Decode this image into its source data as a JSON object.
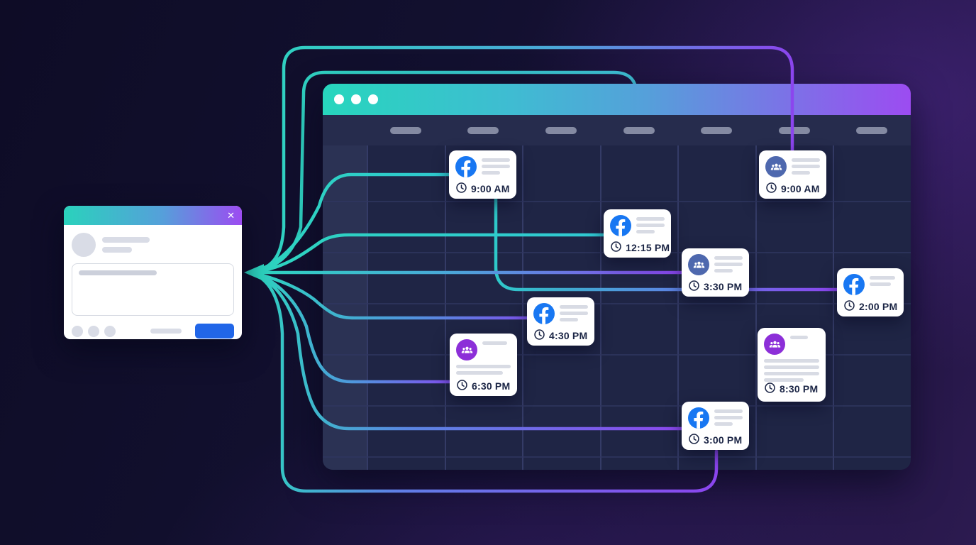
{
  "palette": {
    "accent_teal": "#2dd4bf",
    "accent_blue": "#55a0da",
    "accent_purple": "#8b45ee",
    "facebook_blue": "#1877f2",
    "group_blue": "#4e68ae",
    "group_purple": "#8c2fd8",
    "compose_button_blue": "#2166e8"
  },
  "composer": {
    "close_label": "✕"
  },
  "calendar_window": {
    "window_controls": {
      "dot_count": 3
    },
    "day_header": {
      "day_count": 7
    }
  },
  "posts": [
    {
      "id": "post-1",
      "platform": "facebook",
      "icon": "facebook-icon",
      "time": "9:00 AM"
    },
    {
      "id": "post-2",
      "platform": "facebook-group",
      "icon": "group-icon",
      "time": "9:00 AM"
    },
    {
      "id": "post-3",
      "platform": "facebook",
      "icon": "facebook-icon",
      "time": "12:15 PM"
    },
    {
      "id": "post-4",
      "platform": "facebook-group",
      "icon": "group-icon",
      "time": "3:30 PM"
    },
    {
      "id": "post-5",
      "platform": "facebook",
      "icon": "facebook-icon",
      "time": "2:00 PM"
    },
    {
      "id": "post-6",
      "platform": "facebook",
      "icon": "facebook-icon",
      "time": "4:30 PM"
    },
    {
      "id": "post-7",
      "platform": "community-group",
      "icon": "group-icon",
      "time": "6:30 PM"
    },
    {
      "id": "post-8",
      "platform": "community-group",
      "icon": "group-icon",
      "time": "8:30 PM"
    },
    {
      "id": "post-9",
      "platform": "facebook",
      "icon": "facebook-icon",
      "time": "3:00 PM"
    }
  ]
}
